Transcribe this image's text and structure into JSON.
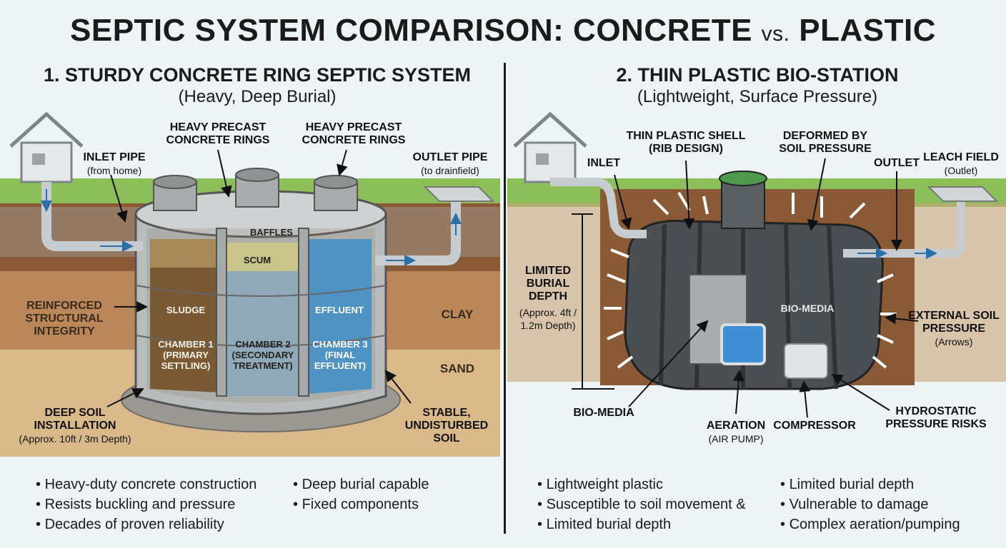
{
  "title": {
    "part1": "SEPTIC SYSTEM COMPARISON: CONCRETE",
    "vs": "vs.",
    "part2": "PLASTIC"
  },
  "left": {
    "heading": "1. STURDY CONCRETE RING SEPTIC SYSTEM",
    "subheading": "(Heavy, Deep Burial)",
    "labels": {
      "rings1": "HEAVY PRECAST CONCRETE RINGS",
      "rings2": "HEAVY PRECAST CONCRETE RINGS",
      "inlet": "INLET PIPE",
      "inlet_sub": "(from home)",
      "outlet": "OUTLET PIPE",
      "outlet_sub": "(to drainfield)",
      "baffles": "BAFFLES",
      "scum": "SCUM",
      "sludge": "SLUDGE",
      "effluent": "EFFLUENT",
      "chamber1": "CHAMBER 1 (PRIMARY SETTLING)",
      "chamber2": "CHAMBER 2 (SECONDARY TREATMENT)",
      "chamber3": "CHAMBER 3 (FINAL EFFLUENT)",
      "reinforced": "REINFORCED STRUCTURAL INTEGRITY",
      "clay": "CLAY",
      "sand": "SAND",
      "deep": "DEEP SOIL INSTALLATION",
      "deep_sub": "(Approx. 10ft / 3m Depth)",
      "stable": "STABLE, UNDISTURBED SOIL"
    },
    "bullets_col1": [
      "Heavy-duty concrete construction",
      "Resists buckling and pressure",
      "Decades of proven reliability"
    ],
    "bullets_col2": [
      "Deep burial capable",
      "Fixed components"
    ]
  },
  "right": {
    "heading": "2. THIN PLASTIC BIO-STATION",
    "subheading": "(Lightweight, Surface Pressure)",
    "labels": {
      "shell": "THIN PLASTIC SHELL (RIB DESIGN)",
      "deformed": "DEFORMED BY SOIL PRESSURE",
      "inlet": "INLET",
      "outlet": "OUTLET",
      "leach": "LEACH FIELD",
      "leach_sub": "(Outlet)",
      "limited": "LIMITED BURIAL DEPTH",
      "limited_sub": "(Approx. 4ft / 1.2m Depth)",
      "biomedia_inner": "BIO-MEDIA",
      "biomedia": "BIO-MEDIA",
      "external": "EXTERNAL SOIL PRESSURE",
      "external_sub": "(Arrows)",
      "aeration": "AERATION",
      "aeration_sub": "(AIR PUMP)",
      "compressor": "COMPRESSOR",
      "hydro": "HYDROSTATIC PRESSURE RISKS"
    },
    "bullets_col1": [
      "Lightweight plastic",
      "Susceptible to soil movement &",
      "Limited burial depth"
    ],
    "bullets_col2": [
      "Limited burial depth",
      "Vulnerable to damage",
      "Complex aeration/pumping"
    ]
  },
  "colors": {
    "grass": "#8cbf5a",
    "soil_top": "#8a5a36",
    "clay": "#b9875a",
    "sand": "#d9b98a",
    "concrete": "#b9bcbd",
    "plastic": "#4a4f53",
    "water": "#4f93c4",
    "lid": "#4f9a4f"
  }
}
